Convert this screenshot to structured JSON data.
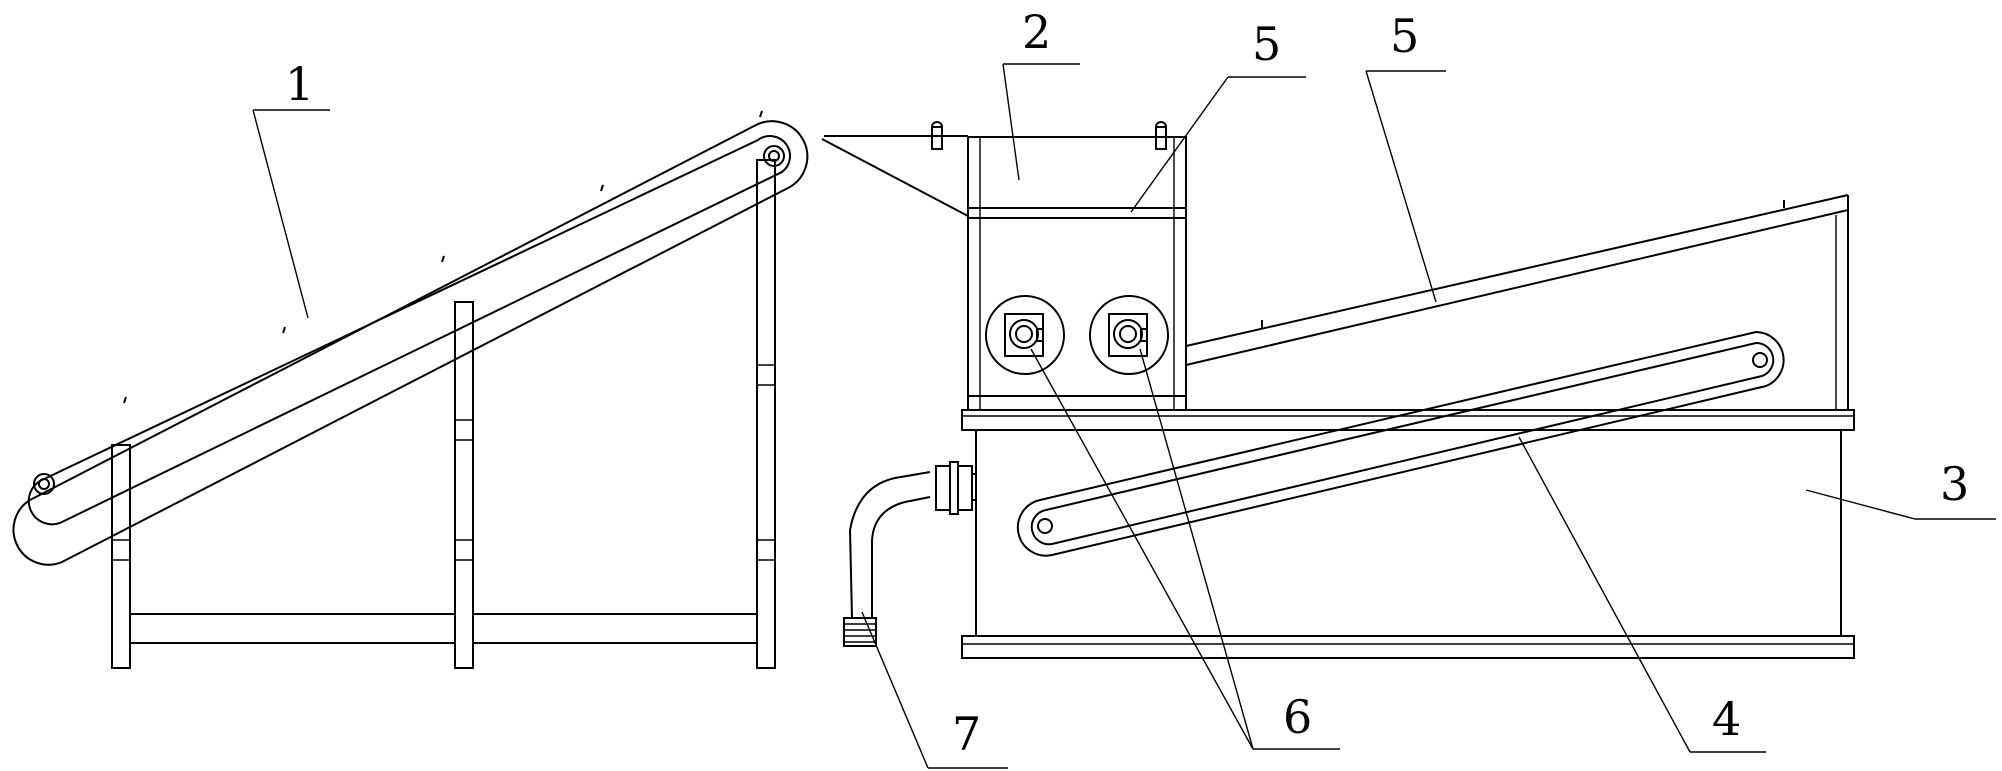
{
  "diagram": {
    "labels": {
      "l1": "1",
      "l2": "2",
      "l5a": "5",
      "l5b": "5",
      "l3": "3",
      "l4": "4",
      "l6": "6",
      "l7": "7"
    },
    "stroke_color": "#000000",
    "background_color": "#ffffff"
  }
}
